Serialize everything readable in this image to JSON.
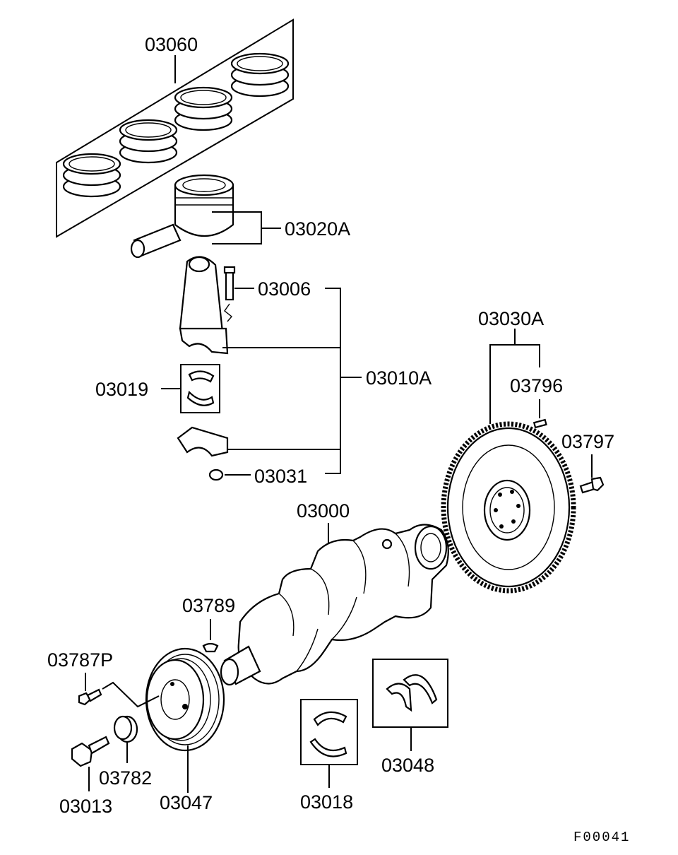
{
  "diagram": {
    "footer_code": "F00041",
    "labels": {
      "rings": "03060",
      "piston": "03020A",
      "bolt_rod": "03006",
      "rod_assy": "03010A",
      "rod_bearing": "03019",
      "rod_nut": "03031",
      "flywheel": "03030A",
      "pin_flywheel": "03796",
      "bolt_flywheel": "03797",
      "crankshaft": "03000",
      "key": "03789",
      "bolt_pulley_small": "03787P",
      "washer": "03782",
      "bolt_pulley": "03013",
      "pulley": "03047",
      "main_bearing": "03018",
      "thrust_bearing": "03048"
    }
  }
}
